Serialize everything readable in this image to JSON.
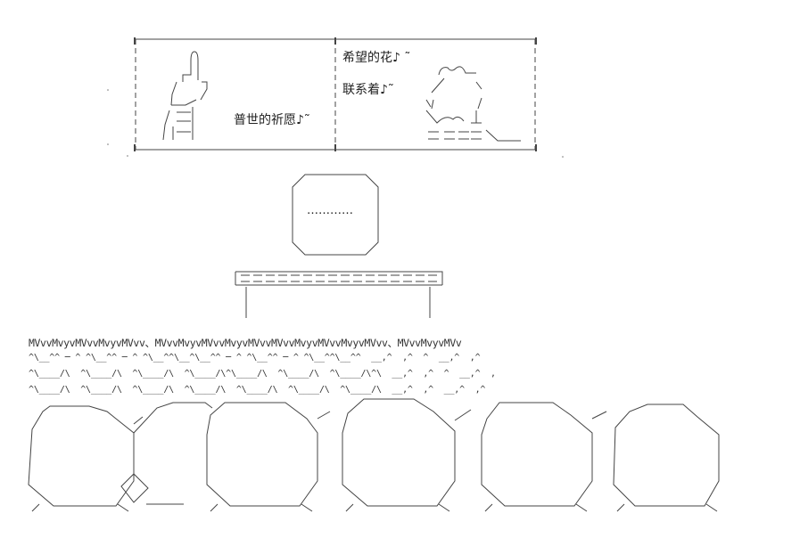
{
  "panel_left": {
    "caption": "普世的祈愿♪˜"
  },
  "panel_right": {
    "caption_line1": "希望的花♪ ˜",
    "caption_line2": "联系着♪˜"
  },
  "speech_bubble": {
    "text": "…………"
  },
  "crowd_sounds": [
    "MVvvMvyvMVvvMvyvMVvv、MVvvMvyvMVvvMvyvMVvvMVvvMvyvMVvvMvyvMVvv、MVvvMvyvMVv",
    "^\\__^^ ─ ^ ^\\__^^ ─ ^ ^\\__^^\\__^\\__^^ ─ ^ ^\\__^^ ─ ^ ^\\__^^\\__^^  __,^  ,^  ^  __,^  ,^",
    "^\\____/\\  ^\\____/\\  ^\\____/\\  ^\\____/\\^\\____/\\  ^\\____/\\  ^\\____/\\^\\  __,^  ,^  ^  __,^  ,",
    "^\\____/\\  ^\\____/\\  ^\\____/\\  ^\\____/\\  ^\\____/\\  ^\\____/\\  ^\\____/\\  __,^  ,^  __,^  ,^"
  ]
}
